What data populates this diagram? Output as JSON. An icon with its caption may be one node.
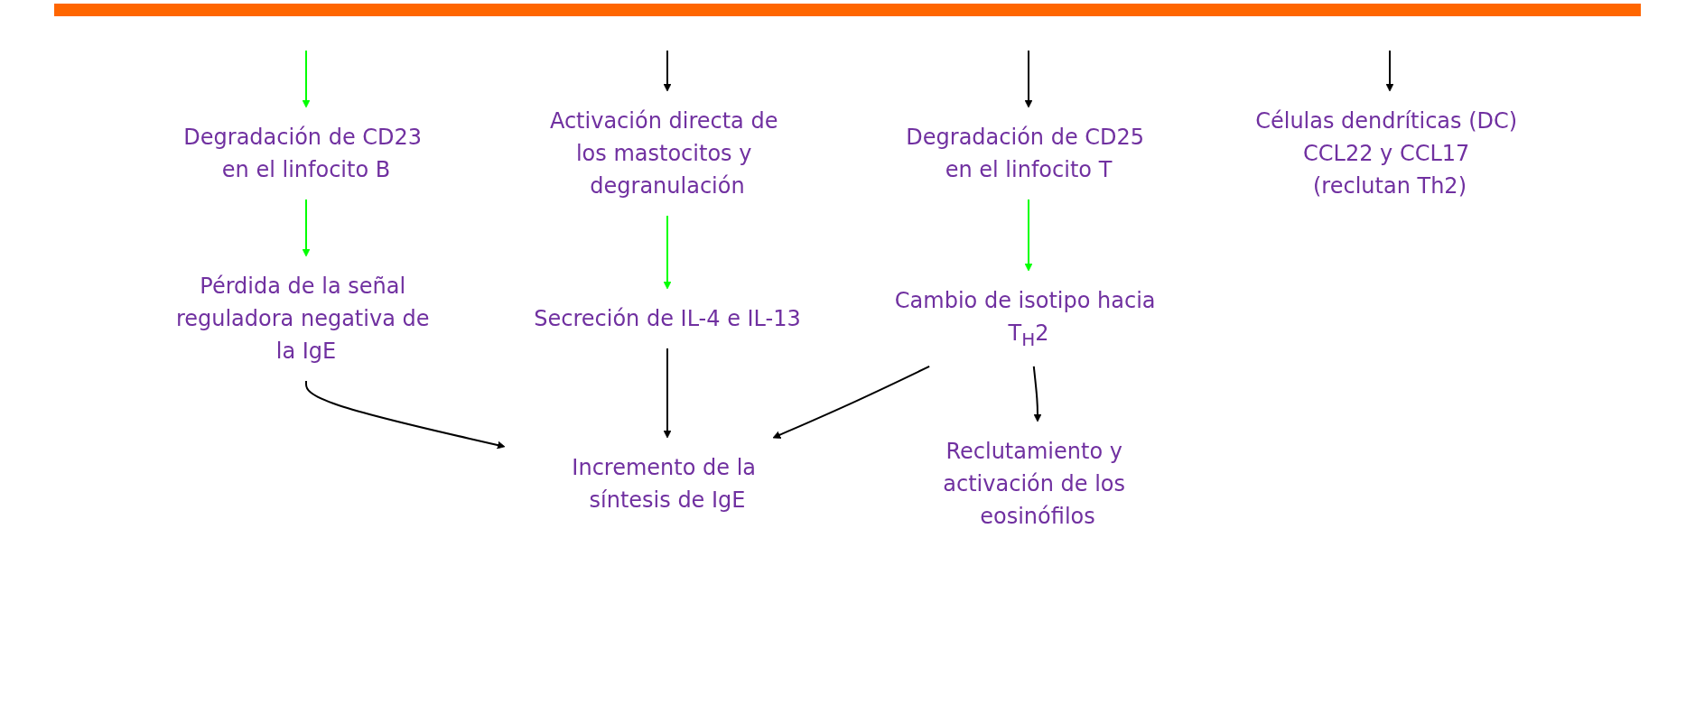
{
  "diagram": {
    "nodes": [
      {
        "text": [
          "Degradación de CD23 en el linfocito B"
        ]
      },
      {
        "text": [
          "Activación directa de los mastocitos y degranulación"
        ]
      },
      {
        "text": [
          "Degradación de CD25 en el linfocito T"
        ]
      },
      {
        "text": [
          "Pérdida de la señal reguladora negativa de la IgE"
        ]
      },
      {
        "text": [
          "Secreción de IL-4 e IL-13"
        ]
      },
      {
        "text": [
          "Cambio de isotipo hacia T$_{H}$2"
        ]
      },
      {
        "text": [
          "Células dendríticas (DC) CCL22 y CCL17 (reclutan Th2)"
        ]
      },
      {
        "text": [
          "Incremento de la síntesis de IgE"
        ]
      },
      {
        "text": [
          "Reclutamiento y activación de los eosinófilos"
        ]
      }
    ],
    "edges": [
      {
        "from": null,
        "to": 0,
        "arrow": "to",
        "color": "#00ff00"
      },
      {
        "from": null,
        "to": 1,
        "arrow": "to"
      },
      {
        "from": null,
        "to": 2,
        "arrow": "to"
      },
      {
        "from": null,
        "to": 6,
        "arrow": "to"
      },
      {
        "from": 0,
        "to": 3,
        "arrow": "to",
        "color": "#00ff00"
      },
      {
        "from": 1,
        "to": 4,
        "arrow": "to",
        "color": "#00ff00"
      },
      {
        "from": 2,
        "to": 5,
        "arrow": "to",
        "color": "#00ff00"
      },
      {
        "from": 3,
        "to": 7,
        "arrow": "to"
      },
      {
        "from": 4,
        "to": 7,
        "arrow": "to"
      },
      {
        "from": 5,
        "to": 7,
        "arrow": "to"
      },
      {
        "from": 5,
        "to": 8,
        "arrow": "to"
      }
    ]
  }
}
